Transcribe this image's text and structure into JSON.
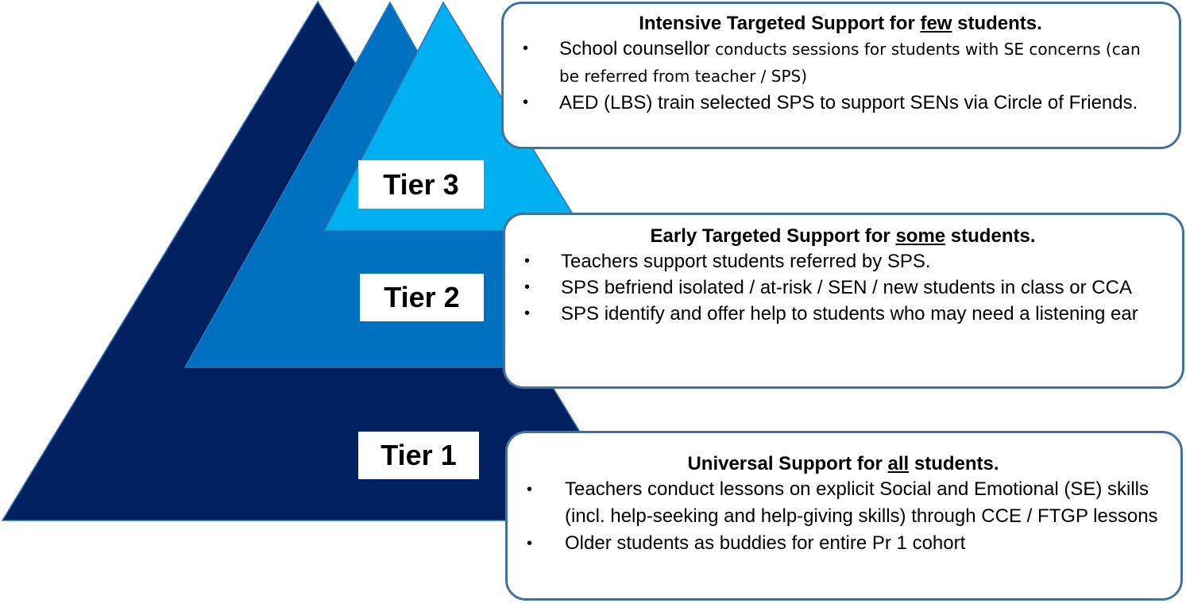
{
  "colors": {
    "tier1_fill": "#002060",
    "tier2_fill": "#0070c0",
    "tier3_fill": "#00b0f0",
    "outline": "#2e75b6",
    "box_border": "#41719c"
  },
  "tiers": [
    {
      "label": "Tier 3",
      "title_pre": "Intensive Targeted Support for ",
      "title_underlined": "few",
      "title_post": " students.",
      "bullets": [
        {
          "text_main": "School counsellor ",
          "text_small": "conducts sessions for students with SE concerns (can be referred from teacher / SPS)"
        },
        {
          "text_main": "AED (LBS) train selected SPS to support SENs via Circle of Friends.",
          "text_small": ""
        }
      ]
    },
    {
      "label": "Tier 2",
      "title_pre": "Early Targeted Support for ",
      "title_underlined": "some",
      "title_post": " students.",
      "bullets": [
        {
          "text_main": "Teachers support students referred by SPS."
        },
        {
          "text_main": "SPS befriend isolated / at-risk / SEN / new students in class or CCA"
        },
        {
          "text_main": "SPS identify and offer help to students who may need a listening ear"
        }
      ]
    },
    {
      "label": "Tier 1",
      "title_pre": "Universal Support for ",
      "title_underlined": "all",
      "title_post": " students.",
      "bullets": [
        {
          "text_main": "Teachers conduct lessons on explicit Social and Emotional (SE) skills (incl. help-seeking and help-giving skills) through CCE / FTGP lessons"
        },
        {
          "text_main": "Older students as buddies for entire Pr 1 cohort"
        }
      ]
    }
  ],
  "bullet_glyph": "•"
}
